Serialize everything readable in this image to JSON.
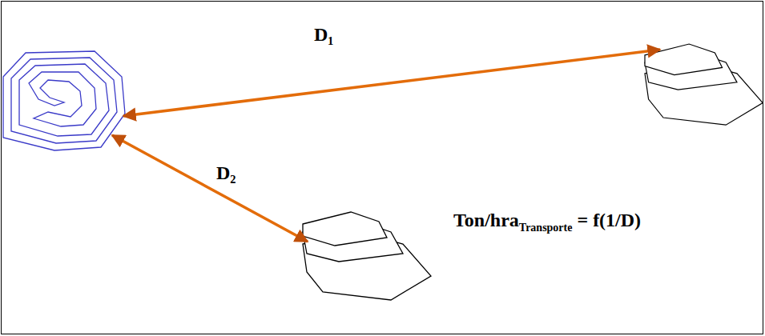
{
  "diagram": {
    "labels": [
      "D₁",
      "D₂",
      "Ton/hra",
      "Transporte",
      "= f(1/D)"
    ]
  }
}
